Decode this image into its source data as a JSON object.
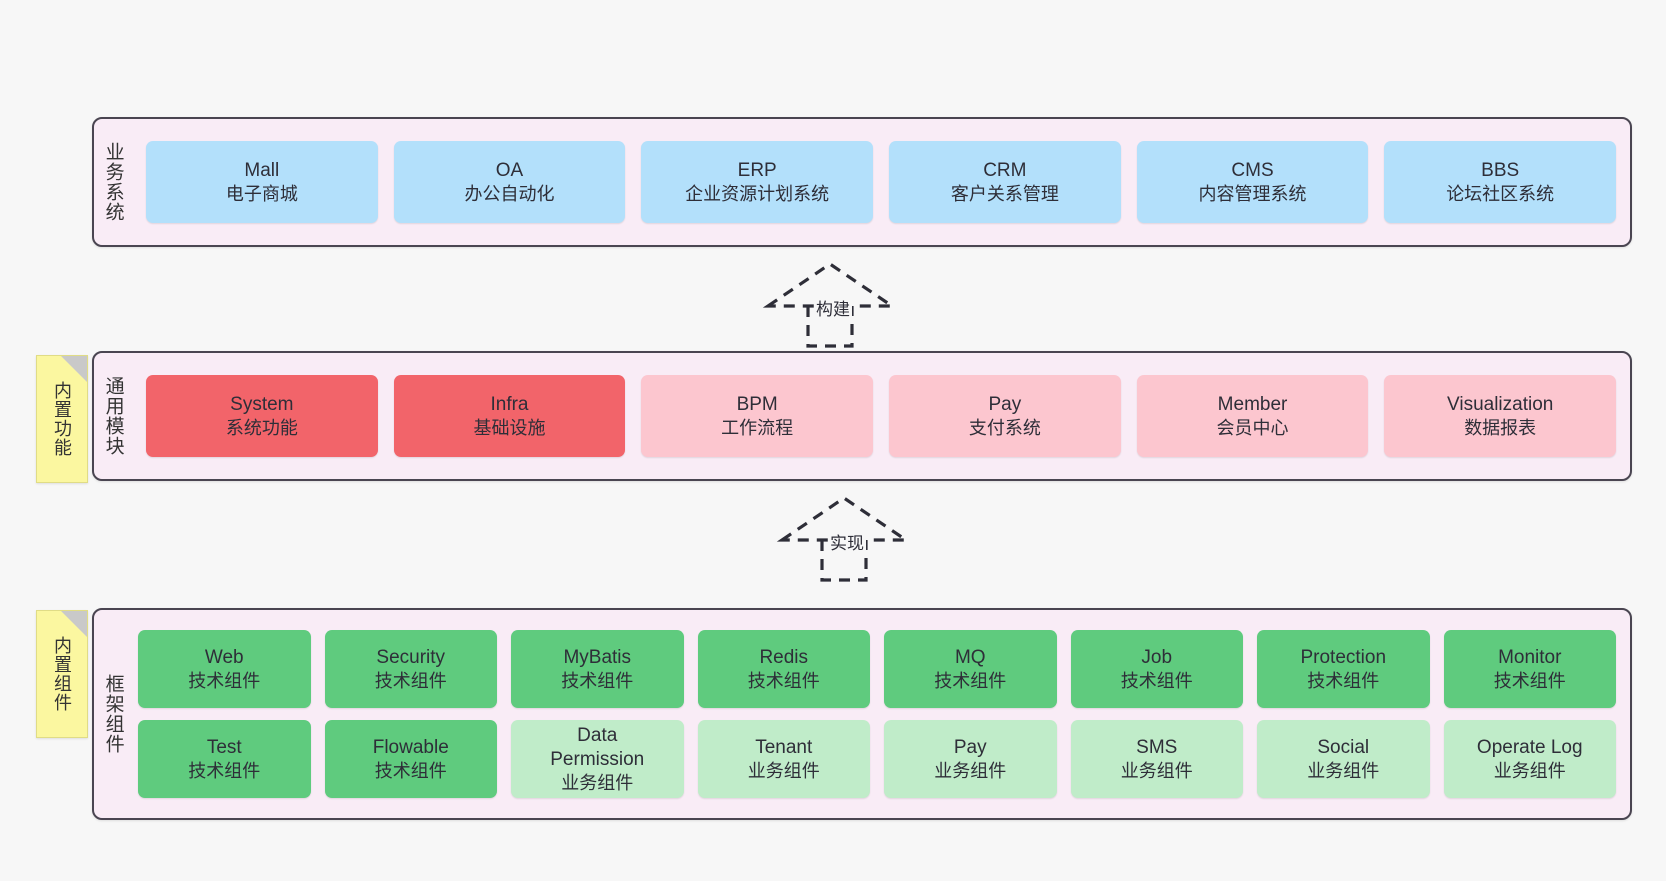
{
  "diagram": {
    "background_color": "#f7f7f7",
    "panel_color": "#f9ecf6",
    "panel_border_color": "#4a4551",
    "note_color": "#fbf7a0"
  },
  "notes": [
    {
      "label": "内置功能",
      "name": "note-builtin-features"
    },
    {
      "label": "内置组件",
      "name": "note-builtin-components"
    }
  ],
  "layers": [
    {
      "key": "business",
      "title": "业务系统",
      "accent": "#b3e0fb",
      "cards": [
        {
          "en": "Mall",
          "cn": "电子商城"
        },
        {
          "en": "OA",
          "cn": "办公自动化"
        },
        {
          "en": "ERP",
          "cn": "企业资源计划系统"
        },
        {
          "en": "CRM",
          "cn": "客户关系管理"
        },
        {
          "en": "CMS",
          "cn": "内容管理系统"
        },
        {
          "en": "BBS",
          "cn": "论坛社区系统"
        }
      ]
    },
    {
      "key": "modules",
      "title": "通用模块",
      "accent": "#f2646a",
      "cards": [
        {
          "en": "System",
          "cn": "系统功能",
          "tone": "red"
        },
        {
          "en": "Infra",
          "cn": "基础设施",
          "tone": "red"
        },
        {
          "en": "BPM",
          "cn": "工作流程",
          "tone": "pink"
        },
        {
          "en": "Pay",
          "cn": "支付系统",
          "tone": "pink"
        },
        {
          "en": "Member",
          "cn": "会员中心",
          "tone": "pink"
        },
        {
          "en": "Visualization",
          "cn": "数据报表",
          "tone": "pink"
        }
      ]
    },
    {
      "key": "framework",
      "title": "框架组件",
      "accent": "#5fcb7e",
      "row1": [
        {
          "en": "Web",
          "cn": "技术组件",
          "tone": "green-d"
        },
        {
          "en": "Security",
          "cn": "技术组件",
          "tone": "green-d"
        },
        {
          "en": "MyBatis",
          "cn": "技术组件",
          "tone": "green-d"
        },
        {
          "en": "Redis",
          "cn": "技术组件",
          "tone": "green-d"
        },
        {
          "en": "MQ",
          "cn": "技术组件",
          "tone": "green-d"
        },
        {
          "en": "Job",
          "cn": "技术组件",
          "tone": "green-d"
        },
        {
          "en": "Protection",
          "cn": "技术组件",
          "tone": "green-d"
        },
        {
          "en": "Monitor",
          "cn": "技术组件",
          "tone": "green-d"
        }
      ],
      "row2": [
        {
          "en": "Test",
          "cn": "技术组件",
          "tone": "green-d"
        },
        {
          "en": "Flowable",
          "cn": "技术组件",
          "tone": "green-d"
        },
        {
          "en": "Data Permission",
          "cn": "业务组件",
          "tone": "green-l"
        },
        {
          "en": "Tenant",
          "cn": "业务组件",
          "tone": "green-l"
        },
        {
          "en": "Pay",
          "cn": "业务组件",
          "tone": "green-l"
        },
        {
          "en": "SMS",
          "cn": "业务组件",
          "tone": "green-l"
        },
        {
          "en": "Social",
          "cn": "业务组件",
          "tone": "green-l"
        },
        {
          "en": "Operate Log",
          "cn": "业务组件",
          "tone": "green-l"
        }
      ]
    }
  ],
  "arrows": [
    {
      "label": "构建",
      "name": "arrow-build"
    },
    {
      "label": "实现",
      "name": "arrow-implement"
    }
  ]
}
